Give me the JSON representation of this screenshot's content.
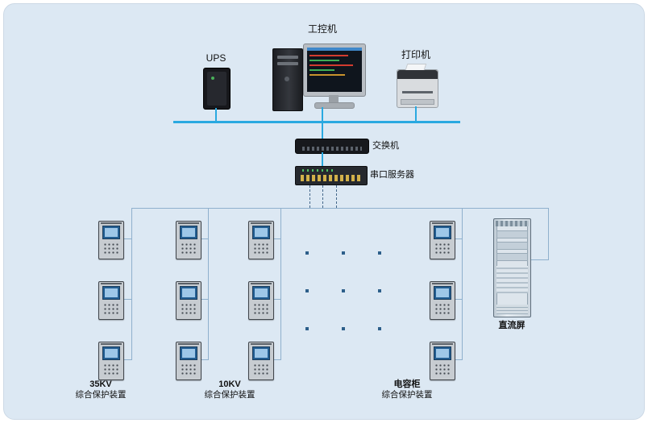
{
  "labels": {
    "computer": "工控机",
    "ups": "UPS",
    "printer": "打印机",
    "switch": "交换机",
    "serial_server": "串口服务器",
    "dc_panel": "直流屏"
  },
  "groups": [
    {
      "name": "35KV",
      "desc": "综合保护装置"
    },
    {
      "name": "10KV",
      "desc": "综合保护装置"
    },
    {
      "name": "电容柜",
      "desc": "综合保护装置"
    }
  ],
  "colors": {
    "panel_background": "#dce8f3",
    "bus": "#2aa9e0",
    "connector": "#8fb0cd",
    "dashed": "#43678a",
    "ellipsis_dot": "#2d5f8a"
  }
}
